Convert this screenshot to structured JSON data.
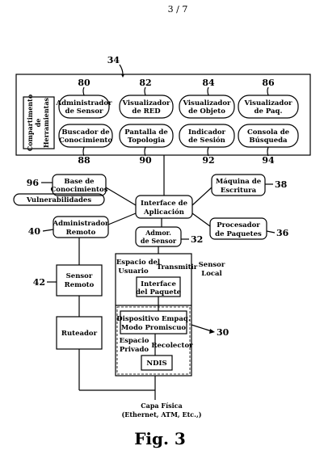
{
  "page_number": "3 / 7",
  "figure_caption": "Fig. 3",
  "ref": {
    "r34": "34",
    "r80": "80",
    "r82": "82",
    "r84": "84",
    "r86": "86",
    "r88": "88",
    "r90": "90",
    "r92": "92",
    "r94": "94",
    "r96": "96",
    "r38": "38",
    "r40": "40",
    "r32": "32",
    "r36": "36",
    "r42": "42",
    "r30": "30"
  },
  "toolbox": {
    "label_lines": [
      "Compartimento",
      "de",
      "Herramientas"
    ],
    "items": {
      "sensor_admin": [
        "Administrador",
        "de Sensor"
      ],
      "net_viewer": [
        "Visualizador",
        "de RED"
      ],
      "object_viewer": [
        "Visualizador",
        "de Objeto"
      ],
      "packet_viewer": [
        "Visualizador",
        "de Paq."
      ],
      "knowledge_search": [
        "Buscador de",
        "Conocimiento"
      ],
      "topology_screen": [
        "Pantalla de",
        "Topologia"
      ],
      "session_indicator": [
        "Indicador",
        "de Sesión"
      ],
      "search_console": [
        "Consola de",
        "Búsqueda"
      ]
    }
  },
  "blocks": {
    "knowledge_base": [
      "Base de",
      "Conocimientos"
    ],
    "vulnerabilities": "Vulnerabilidades",
    "writing_machine": [
      "Máquina de",
      "Escritura"
    ],
    "app_interface": [
      "Interface de",
      "Aplicación"
    ],
    "remote_admin": [
      "Administrador",
      "Remoto"
    ],
    "packet_processor": [
      "Procesador",
      "de Paquetes"
    ],
    "sensor_admin_small": [
      "Admor.",
      "de Sensor"
    ],
    "remote_sensor": [
      "Sensor",
      "Remoto"
    ],
    "router": "Ruteador",
    "local_sensor": [
      "Sensor",
      "Local"
    ],
    "user_space": [
      "Espacio del",
      "Usuario"
    ],
    "transmit": "Transmitir",
    "packet_interface": [
      "Interface",
      "del Paquete"
    ],
    "packer_device": [
      "Dispositivo Empaq.",
      "Modo Promiscuo"
    ],
    "private_space": [
      "Espacio",
      "Privado"
    ],
    "collector": "Recolector",
    "ndis": "NDIS",
    "physical_layer": [
      "Capa Física",
      "(Ethernet, ATM, Etc.,)"
    ]
  }
}
